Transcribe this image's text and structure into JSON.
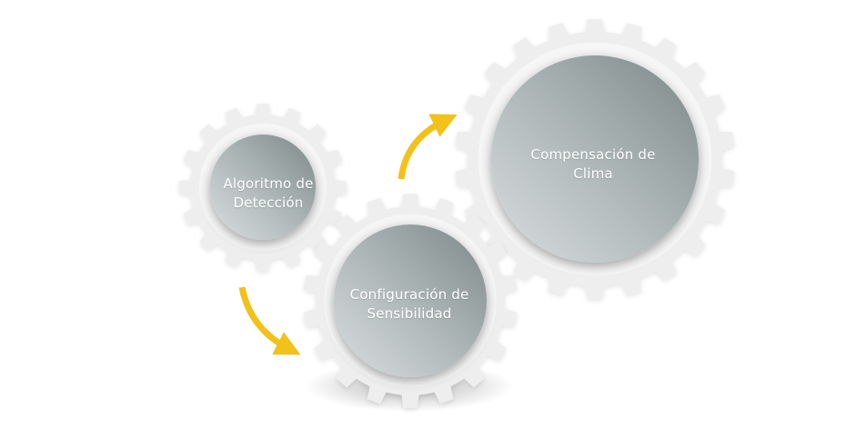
{
  "gears": [
    {
      "id": "deteccion",
      "lines": [
        "Algoritmo de",
        "Detección"
      ]
    },
    {
      "id": "sensibilidad",
      "lines": [
        "Configuración de",
        "Sensibilidad"
      ]
    },
    {
      "id": "clima",
      "lines": [
        "Compensación de",
        "Clima"
      ]
    }
  ],
  "colors": {
    "gear_outer": "#eeeeee",
    "gear_inner": "#f6f6f6",
    "disc_light": "#d8dcdd",
    "disc_dark": "#7f8a8b",
    "arrow": "#f2c11a",
    "label": "#ffffff"
  }
}
